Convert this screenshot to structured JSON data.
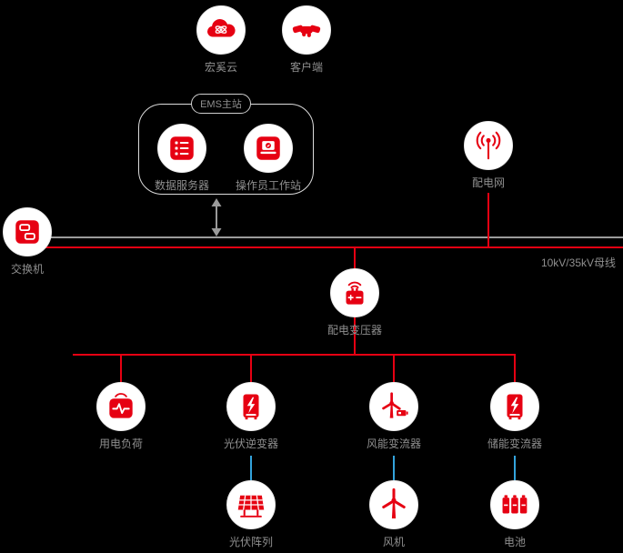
{
  "diagram": {
    "ems_group": {
      "label": "EMS主站"
    },
    "bus_label": "10kV/35kV母线",
    "colors": {
      "accent_red": "#e60012",
      "bus_gray": "#9b9b9b",
      "connector_blue": "#33a3dc",
      "label_gray": "#8f8f8f",
      "background": "#000000",
      "circle_fill": "#ffffff",
      "circle_border": "#ebebeb"
    },
    "nodes": {
      "cloud": {
        "label": "宏奚云",
        "icon": "cloud-atom-icon"
      },
      "client": {
        "label": "客户端",
        "icon": "handshake-icon"
      },
      "data_server": {
        "label": "数据服务器",
        "icon": "database-server-icon"
      },
      "workstation": {
        "label": "操作员工作站",
        "icon": "operator-workstation-icon"
      },
      "grid": {
        "label": "配电网",
        "icon": "radio-tower-icon"
      },
      "switch": {
        "label": "交换机",
        "icon": "network-switch-icon"
      },
      "transformer": {
        "label": "配电变压器",
        "icon": "transformer-icon"
      },
      "load": {
        "label": "用电负荷",
        "icon": "load-monitor-icon"
      },
      "pv_inverter": {
        "label": "光伏逆变器",
        "icon": "pv-inverter-icon"
      },
      "wind_converter": {
        "label": "风能变流器",
        "icon": "wind-converter-icon"
      },
      "storage_converter": {
        "label": "储能变流器",
        "icon": "storage-inverter-icon"
      },
      "pv_array": {
        "label": "光伏阵列",
        "icon": "solar-panel-icon"
      },
      "wind_turbine": {
        "label": "风机",
        "icon": "wind-turbine-icon"
      },
      "battery": {
        "label": "电池",
        "icon": "battery-icon"
      }
    }
  }
}
